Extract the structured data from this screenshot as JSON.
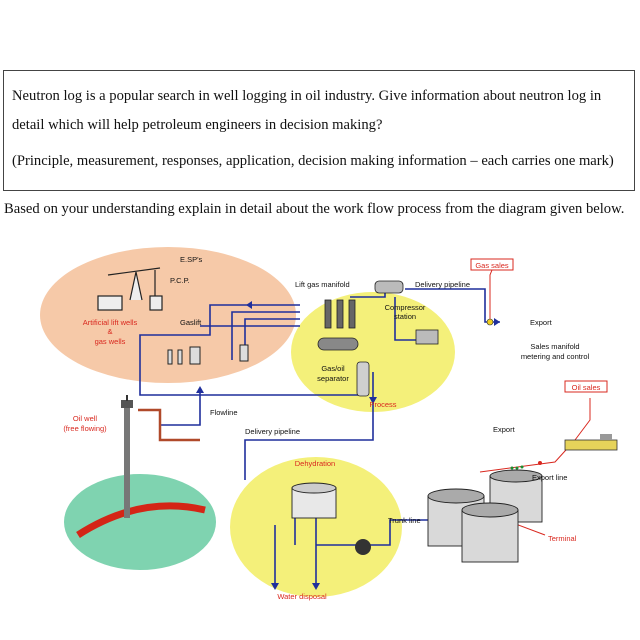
{
  "question": {
    "line1": "Neutron log is a popular search in well logging in oil industry. Give information about neutron log in",
    "line2": "detail which will help petroleum engineers in decision making?",
    "line3": "(Principle, measurement, responses, application, decision making information – each carries one mark)"
  },
  "prompt": "Based on your understanding explain in detail about the work flow process from the diagram given below.",
  "diagram": {
    "labels": {
      "esps": "E.SP's",
      "pcp": "P.C.P.",
      "artificial_lift_line1": "Artificial lift wells",
      "artificial_lift_line2": "&",
      "artificial_lift_line3": "gas wells",
      "gaslift": "Gaslift",
      "lift_gas_manifold": "Lift gas manifold",
      "delivery_pipeline_top": "Delivery pipeline",
      "gas_sales": "Gas sales",
      "compressor_line1": "Compressor",
      "compressor_line2": "station",
      "export_top": "Export",
      "sales_manifold_line1": "Sales manifold",
      "sales_manifold_line2": "metering and control",
      "oil_sales": "Oil sales",
      "gas_oil_line1": "Gas/oil",
      "gas_oil_line2": "separator",
      "process": "Process",
      "oil_well_line1": "Oil well",
      "oil_well_line2": "(free flowing)",
      "flowline": "Flowline",
      "delivery_pipeline_mid": "Delivery pipeline",
      "export_mid": "Export",
      "export_line": "Export line",
      "dehydration": "Dehydration",
      "trunk_line": "Trunk line",
      "terminal": "Terminal",
      "water_disposal": "Water disposal"
    },
    "colors": {
      "lift_zone": "#f6c9a8",
      "process_zone": "#f4f07a",
      "reservoir": "#7fd3b0",
      "flow_lines": "#1f2f9c",
      "sales_red": "#d9281f",
      "pipe_red": "#cc2a1a"
    }
  }
}
